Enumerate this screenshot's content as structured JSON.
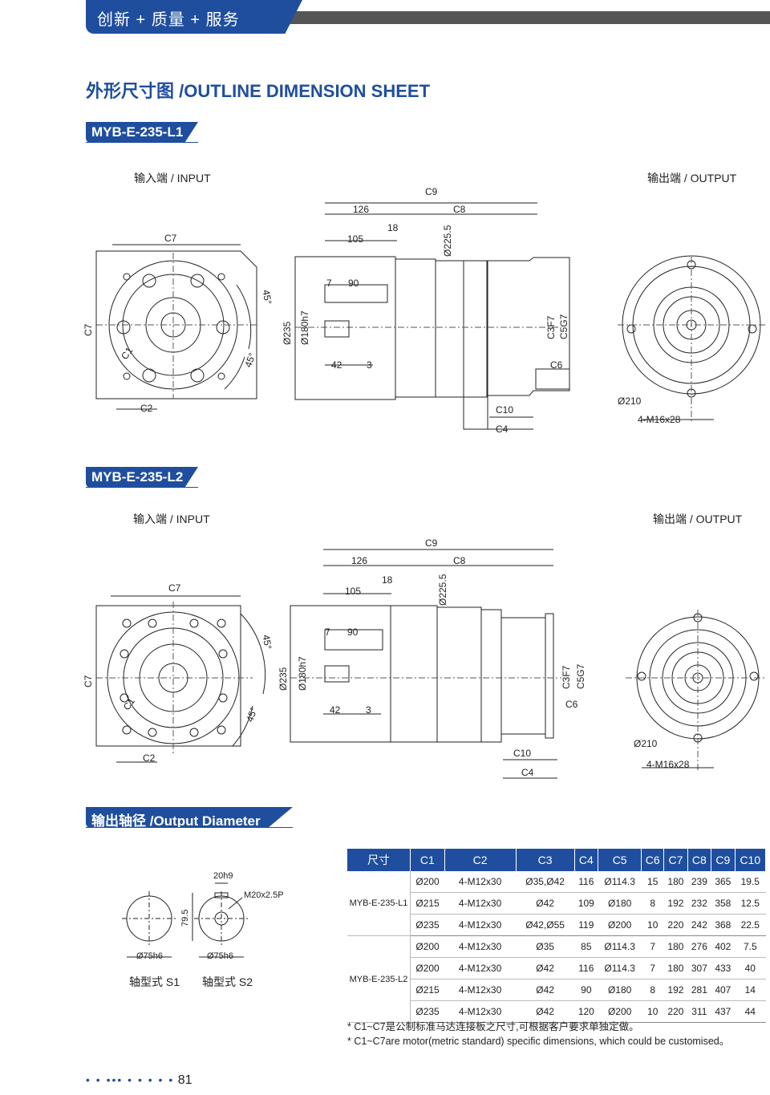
{
  "header": {
    "section": "创新 + 质量 + 服务"
  },
  "page_title": "外形尺寸图 /OUTLINE DIMENSION SHEET",
  "models": [
    {
      "name": "MYB-E-235-L1",
      "input_label": "输入端 / INPUT",
      "output_label": "输出端 / OUTPUT"
    },
    {
      "name": "MYB-E-235-L2",
      "input_label": "输入端 / INPUT",
      "output_label": "输出端 / OUTPUT"
    }
  ],
  "dims": {
    "c1": "C1",
    "c2": "C2",
    "c3": "C3F7",
    "c4": "C4",
    "c5": "C5G7",
    "c6": "C6",
    "c7": "C7",
    "c8": "C8",
    "c9": "C9",
    "c10": "C10",
    "d126": "126",
    "d105": "105",
    "d18": "18",
    "d225": "Ø225.5",
    "d7": "7",
    "d90": "90",
    "d235": "Ø235",
    "d180": "Ø180h7",
    "d42": "42",
    "d3": "3",
    "a45": "45°",
    "d210": "Ø210",
    "m16": "4-M16x28"
  },
  "shaft": {
    "section_title": "输出轴径 /Output Diameter",
    "d20": "20h9",
    "m20": "M20x2.5P",
    "d795": "79.5",
    "d75": "Ø75h6",
    "s1": "轴型式 S1",
    "s2": "轴型式 S2"
  },
  "table": {
    "headers": [
      "尺寸",
      "C1",
      "C2",
      "C3",
      "C4",
      "C5",
      "C6",
      "C7",
      "C8",
      "C9",
      "C10"
    ],
    "groups": [
      {
        "model": "MYB-E-235-L1",
        "rows": [
          [
            "Ø200",
            "4-M12x30",
            "Ø35,Ø42",
            "116",
            "Ø114.3",
            "15",
            "180",
            "239",
            "365",
            "19.5"
          ],
          [
            "Ø215",
            "4-M12x30",
            "Ø42",
            "109",
            "Ø180",
            "8",
            "192",
            "232",
            "358",
            "12.5"
          ],
          [
            "Ø235",
            "4-M12x30",
            "Ø42,Ø55",
            "119",
            "Ø200",
            "10",
            "220",
            "242",
            "368",
            "22.5"
          ]
        ]
      },
      {
        "model": "MYB-E-235-L2",
        "rows": [
          [
            "Ø200",
            "4-M12x30",
            "Ø35",
            "85",
            "Ø114.3",
            "7",
            "180",
            "276",
            "402",
            "7.5"
          ],
          [
            "Ø200",
            "4-M12x30",
            "Ø42",
            "116",
            "Ø114.3",
            "7",
            "180",
            "307",
            "433",
            "40"
          ],
          [
            "Ø215",
            "4-M12x30",
            "Ø42",
            "90",
            "Ø180",
            "8",
            "192",
            "281",
            "407",
            "14"
          ],
          [
            "Ø235",
            "4-M12x30",
            "Ø42",
            "120",
            "Ø200",
            "10",
            "220",
            "311",
            "437",
            "44"
          ]
        ]
      }
    ]
  },
  "notes": [
    "* C1~C7是公制标准马达连接板之尺寸,可根据客户要求单独定做。",
    "* C1~C7are motor(metric standard)  specific dimensions, which could be customised。"
  ],
  "footer": {
    "dots": "• • ••• • • • • •",
    "page": "81"
  }
}
